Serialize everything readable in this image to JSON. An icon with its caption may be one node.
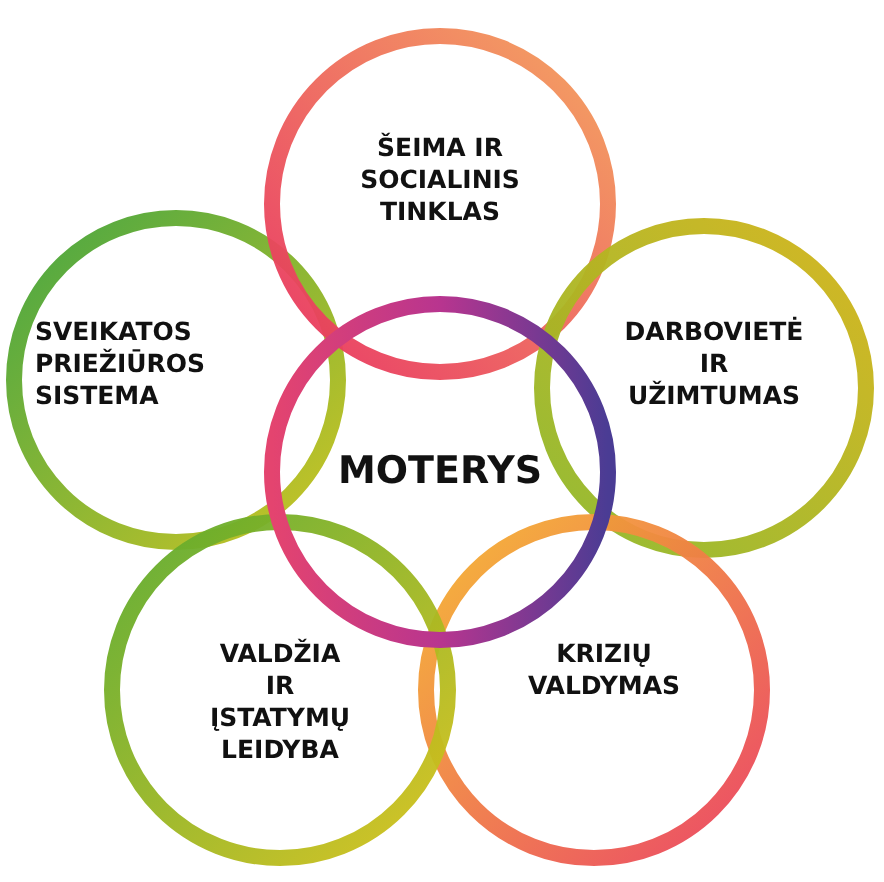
{
  "diagram": {
    "nodes": [
      {
        "text": [
          "ŠEIMA IR SOCIALINIS TINKLAS"
        ]
      },
      {
        "text": [
          "SVEIKATOS PRIEŽIŪROS SISTEMA"
        ]
      },
      {
        "text": [
          "MOTERYS"
        ]
      },
      {
        "text": [
          "DARBOVIETĖ IR UŽIMTUMAS"
        ]
      },
      {
        "text": [
          "VALDŽIA IR ĮSTATYMŲ LEIDYBA"
        ]
      },
      {
        "text": [
          "KRIZIŲ VALDYMAS"
        ]
      }
    ],
    "edges": []
  }
}
